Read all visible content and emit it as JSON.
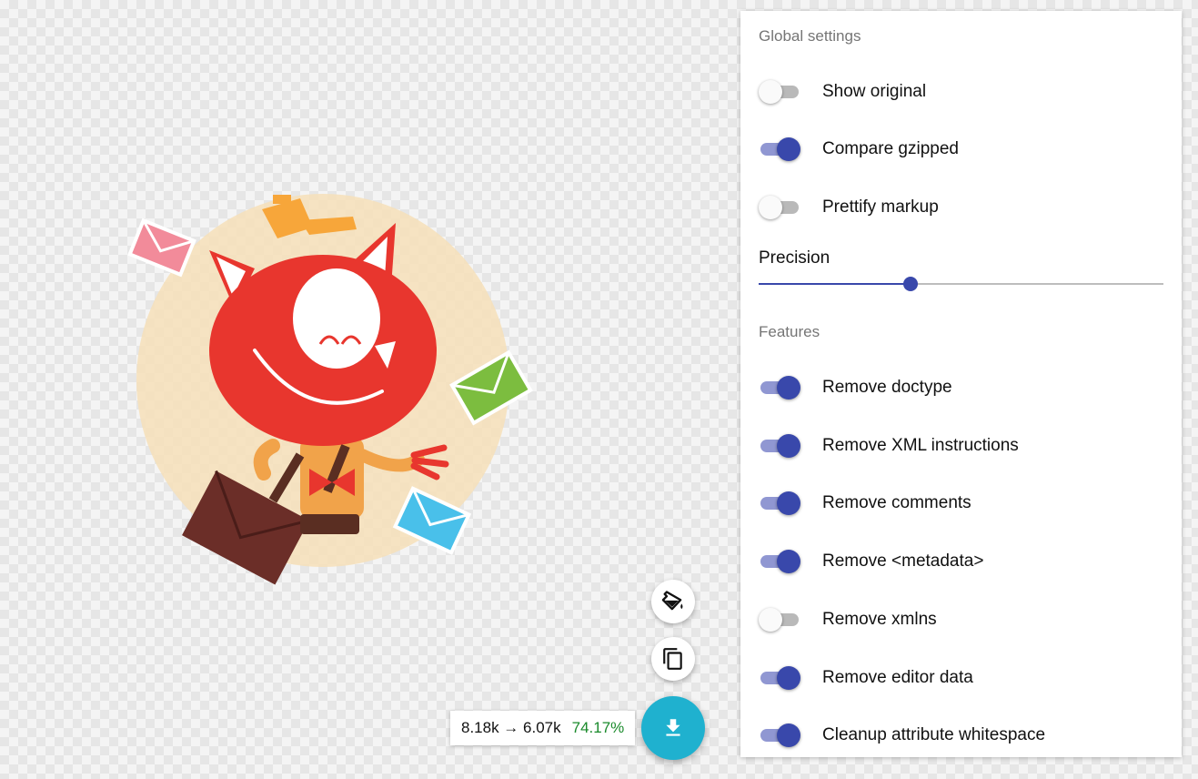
{
  "colors": {
    "accent": "#3948ab",
    "accent_track": "#9097d2",
    "fab": "#1fb1cf",
    "savings": "#1a8a2b"
  },
  "panel": {
    "global_title": "Global settings",
    "global_toggles": [
      {
        "label": "Show original",
        "on": false
      },
      {
        "label": "Compare gzipped",
        "on": true
      },
      {
        "label": "Prettify markup",
        "on": false
      }
    ],
    "precision": {
      "label": "Precision",
      "value_fraction": 0.375
    },
    "features_title": "Features",
    "features": [
      {
        "label": "Remove doctype",
        "on": true
      },
      {
        "label": "Remove XML instructions",
        "on": true
      },
      {
        "label": "Remove comments",
        "on": true
      },
      {
        "label": "Remove <metadata>",
        "on": true
      },
      {
        "label": "Remove xmlns",
        "on": false
      },
      {
        "label": "Remove editor data",
        "on": true
      },
      {
        "label": "Cleanup attribute whitespace",
        "on": true
      }
    ]
  },
  "output": {
    "sizes": "8.18k → 6.07k",
    "savings": "74.17%"
  },
  "icons": {
    "background": "paint-bucket-icon",
    "copy": "copy-icon",
    "download": "download-icon"
  }
}
